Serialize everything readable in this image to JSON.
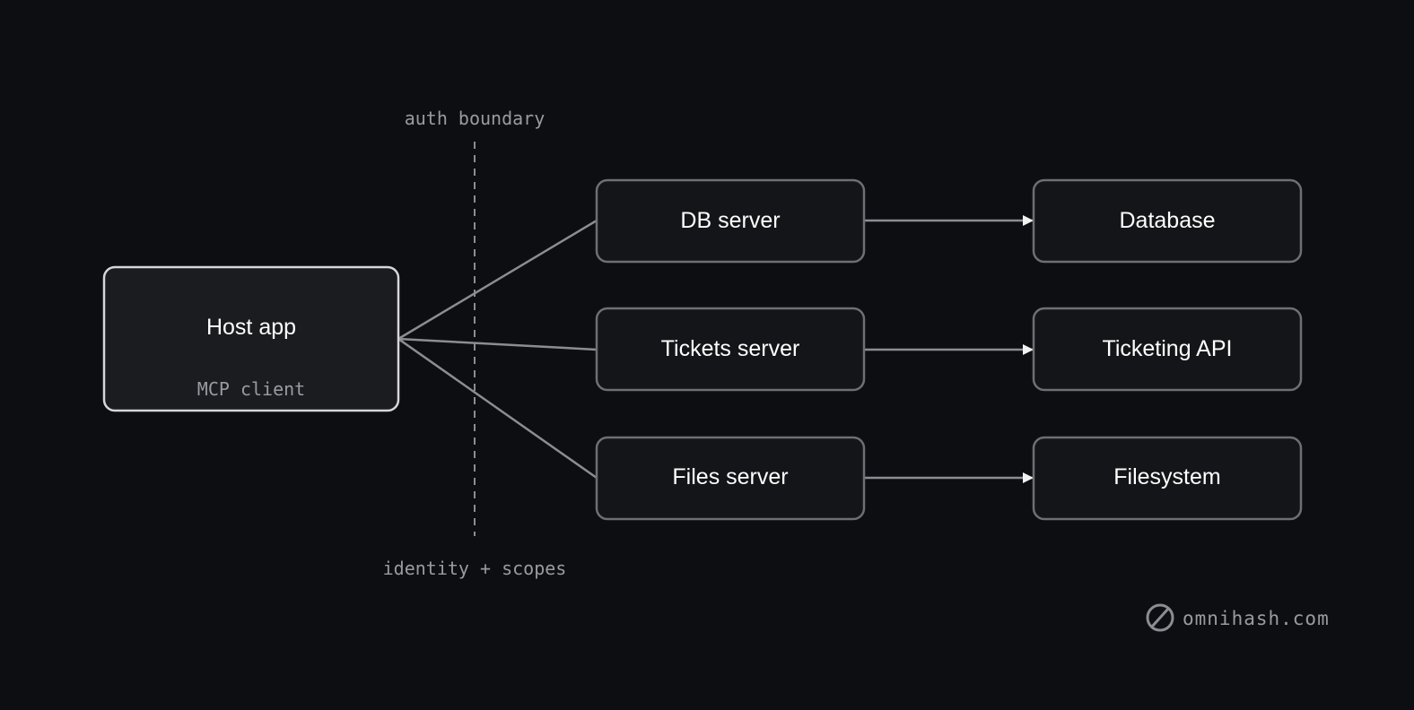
{
  "host": {
    "title": "Host app",
    "subtitle": "MCP client"
  },
  "boundary": {
    "top_label": "auth boundary",
    "bottom_label": "identity + scopes"
  },
  "servers": [
    {
      "label": "DB server"
    },
    {
      "label": "Tickets server"
    },
    {
      "label": "Files server"
    }
  ],
  "backends": [
    {
      "label": "Database"
    },
    {
      "label": "Ticketing API"
    },
    {
      "label": "Filesystem"
    }
  ],
  "brand": {
    "text": "omnihash.com",
    "icon": "slashed-circle-logo-icon"
  },
  "colors": {
    "background": "#0d0e11",
    "box_fill": "#141518",
    "host_fill": "#1b1c20",
    "host_stroke": "#d6d6d8",
    "box_stroke": "#6e6f74",
    "line": "#8c8d92",
    "text": "#ffffff",
    "muted_text": "#9a9ba0"
  }
}
